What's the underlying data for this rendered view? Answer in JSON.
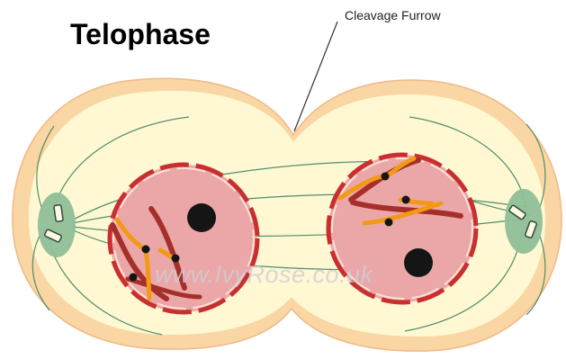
{
  "title": "Telophase",
  "callout_label": "Cleavage Furrow",
  "watermark": "www.IvyRose.co.uk",
  "colors": {
    "cell_outer": "#f9d6a3",
    "cytoplasm": "#fff8d2",
    "nucleus": "#eba7a7",
    "nuclear_envelope": "#c92f2f",
    "centrosome": "#8fbf98",
    "spindle_fiber": "#4f8f6e",
    "chromosome_red": "#a5302b",
    "chromosome_orange": "#f29a14",
    "nucleolus": "#151515"
  },
  "icons": [
    "centriole-icon",
    "nucleolus-icon",
    "chromosome-icon"
  ]
}
